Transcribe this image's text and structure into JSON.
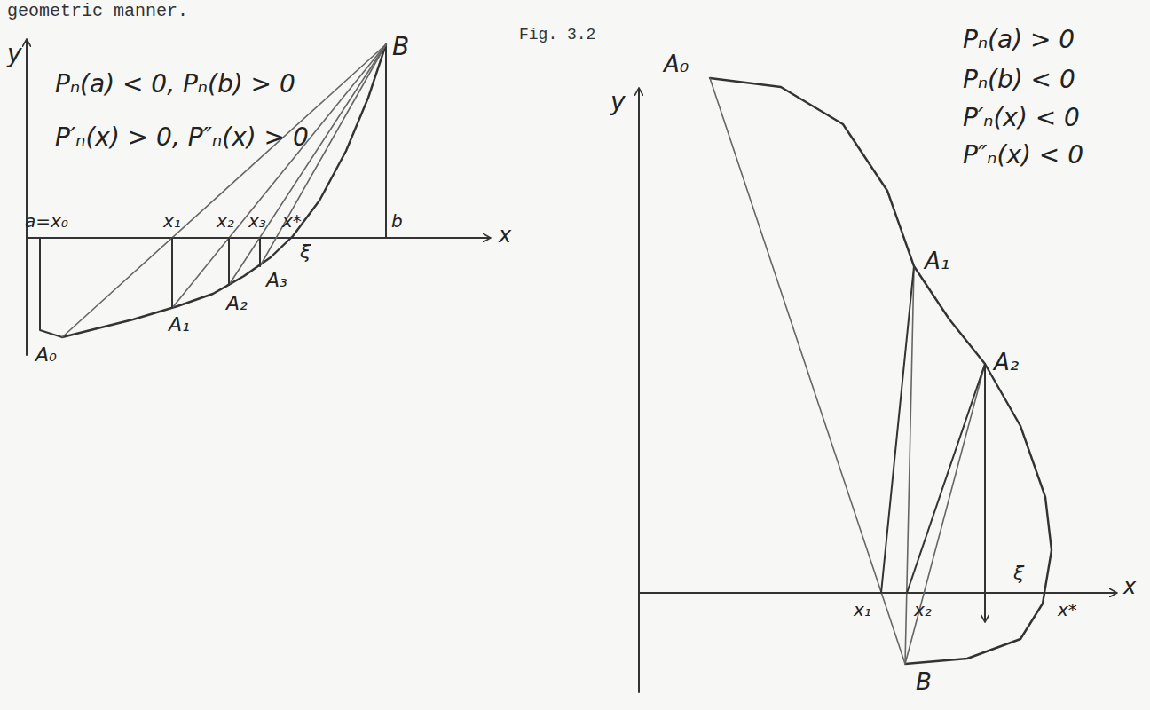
{
  "diagram": {
    "labels": [
      "geometric manner.",
      "Fig. 3.2",
      "y",
      "Pₙ(a) < 0, Pₙ(b) > 0",
      "P′ₙ(x) > 0, P″ₙ(x) > 0",
      "B",
      "a=x₀",
      "x₁",
      "x₂",
      "x₃",
      "x*",
      "b",
      "x",
      "A₀",
      "A₁",
      "A₂",
      "A₃",
      "ξ",
      "y",
      "Pₙ(a) > 0",
      "Pₙ(b) < 0",
      "P′ₙ(x) < 0",
      "P″ₙ(x) < 0",
      "A₀",
      "A₁",
      "A₂",
      "x₁",
      "x₂",
      "x*",
      "ξ",
      "x",
      "B"
    ]
  }
}
